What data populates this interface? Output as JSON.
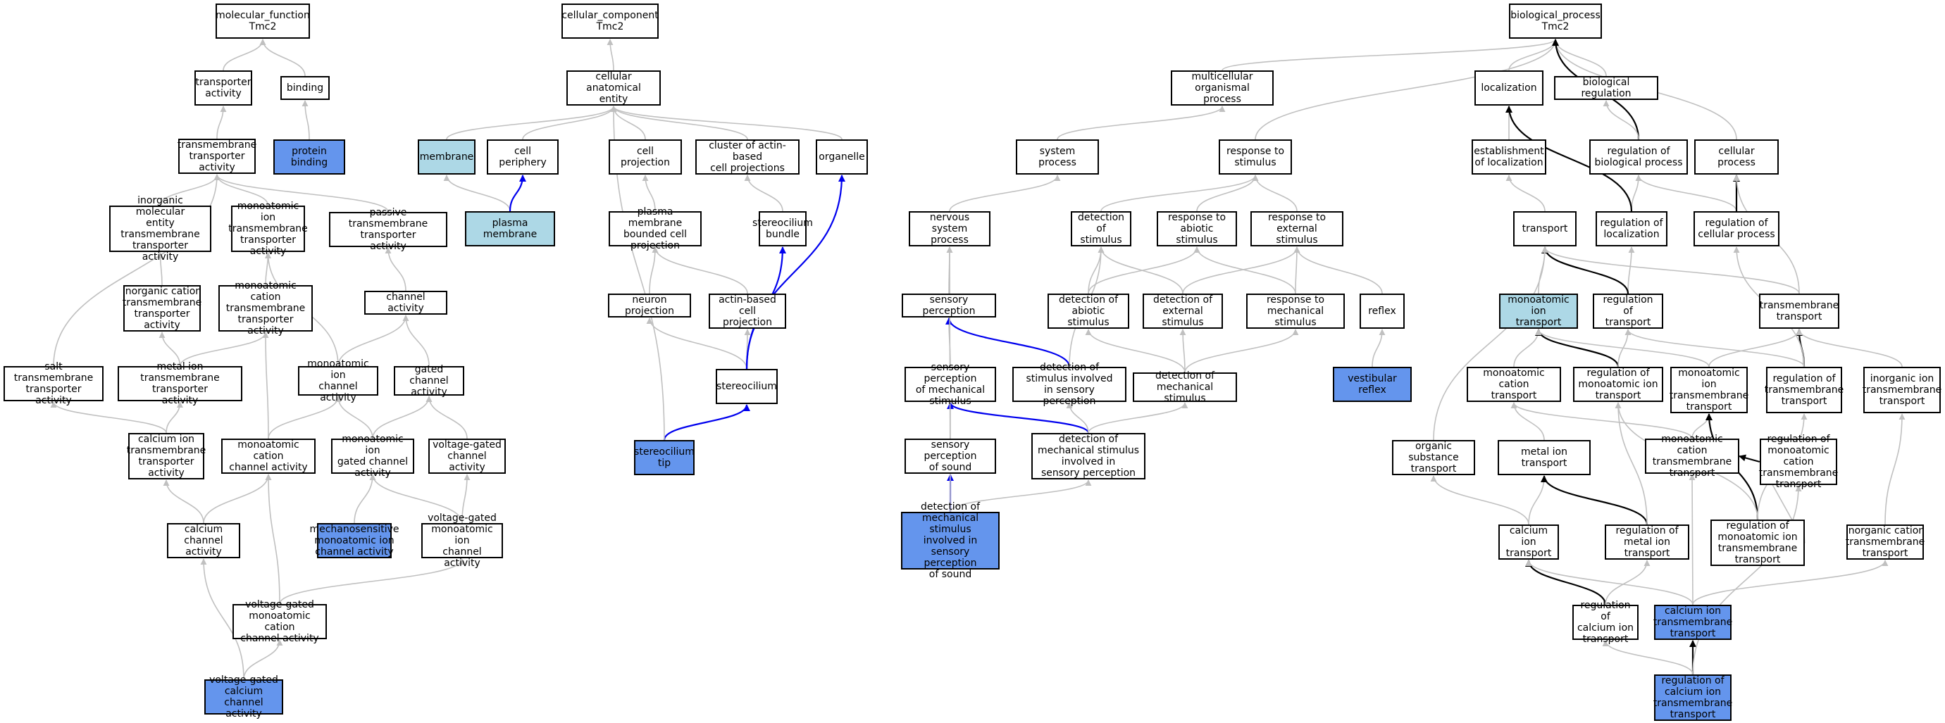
{
  "colors": {
    "focus": "#6495ed",
    "light": "#add8e6",
    "edge_grey": "#c0c0c0",
    "edge_blue": "#0000ee",
    "edge_black": "#000000"
  },
  "nodes": [
    {
      "id": "mf",
      "label": "molecular_function\nTmc2",
      "style": "plain"
    },
    {
      "id": "ta",
      "label": "transporter\nactivity",
      "style": "plain"
    },
    {
      "id": "bind",
      "label": "binding",
      "style": "plain"
    },
    {
      "id": "pb",
      "label": "protein binding",
      "style": "focus"
    },
    {
      "id": "tta",
      "label": "transmembrane\ntransporter\nactivity",
      "style": "plain"
    },
    {
      "id": "imetta",
      "label": "inorganic molecular\nentity transmembrane\ntransporter\nactivity",
      "style": "plain"
    },
    {
      "id": "mitta",
      "label": "monoatomic ion\ntransmembrane\ntransporter\nactivity",
      "style": "plain"
    },
    {
      "id": "ptta",
      "label": "passive transmembrane\ntransporter\nactivity",
      "style": "plain"
    },
    {
      "id": "icta",
      "label": "inorganic cation\ntransmembrane\ntransporter\nactivity",
      "style": "plain"
    },
    {
      "id": "mcta",
      "label": "monoatomic cation\ntransmembrane\ntransporter\nactivity",
      "style": "plain"
    },
    {
      "id": "chan",
      "label": "channel activity",
      "style": "plain"
    },
    {
      "id": "stta",
      "label": "salt transmembrane\ntransporter\nactivity",
      "style": "plain"
    },
    {
      "id": "mita",
      "label": "metal ion transmembrane\ntransporter\nactivity",
      "style": "plain"
    },
    {
      "id": "mica",
      "label": "monoatomic ion\nchannel activity",
      "style": "plain"
    },
    {
      "id": "gca",
      "label": "gated channel\nactivity",
      "style": "plain"
    },
    {
      "id": "cita",
      "label": "calcium ion\ntransmembrane\ntransporter\nactivity",
      "style": "plain"
    },
    {
      "id": "mcca",
      "label": "monoatomic cation\nchannel activity",
      "style": "plain"
    },
    {
      "id": "migca",
      "label": "monoatomic ion\ngated channel\nactivity",
      "style": "plain"
    },
    {
      "id": "vgca",
      "label": "voltage-gated\nchannel activity",
      "style": "plain"
    },
    {
      "id": "cca",
      "label": "calcium channel\nactivity",
      "style": "plain"
    },
    {
      "id": "mmica",
      "label": "mechanosensitive\nmonoatomic ion\nchannel activity",
      "style": "focus"
    },
    {
      "id": "vgmica",
      "label": "voltage-gated\nmonoatomic ion\nchannel activity",
      "style": "plain"
    },
    {
      "id": "vgmcca",
      "label": "voltage-gated\nmonoatomic cation\nchannel activity",
      "style": "plain"
    },
    {
      "id": "vgcca",
      "label": "voltage-gated\ncalcium channel\nactivity",
      "style": "focus"
    },
    {
      "id": "cc",
      "label": "cellular_component\nTmc2",
      "style": "plain"
    },
    {
      "id": "cae",
      "label": "cellular anatomical\nentity",
      "style": "plain"
    },
    {
      "id": "mem",
      "label": "membrane",
      "style": "light"
    },
    {
      "id": "cp",
      "label": "cell periphery",
      "style": "plain"
    },
    {
      "id": "cproj",
      "label": "cell projection",
      "style": "plain"
    },
    {
      "id": "cabcp",
      "label": "cluster of actin-based\ncell projections",
      "style": "plain"
    },
    {
      "id": "org",
      "label": "organelle",
      "style": "plain"
    },
    {
      "id": "pm",
      "label": "plasma membrane",
      "style": "light"
    },
    {
      "id": "pmbcp",
      "label": "plasma membrane\nbounded cell\nprojection",
      "style": "plain"
    },
    {
      "id": "sb",
      "label": "stereocilium\nbundle",
      "style": "plain"
    },
    {
      "id": "np",
      "label": "neuron projection",
      "style": "plain"
    },
    {
      "id": "abcp",
      "label": "actin-based\ncell projection",
      "style": "plain"
    },
    {
      "id": "stc",
      "label": "stereocilium",
      "style": "plain"
    },
    {
      "id": "stt",
      "label": "stereocilium\ntip",
      "style": "focus"
    },
    {
      "id": "bp",
      "label": "biological_process\nTmc2",
      "style": "plain"
    },
    {
      "id": "mop",
      "label": "multicellular\norganismal process",
      "style": "plain"
    },
    {
      "id": "loc",
      "label": "localization",
      "style": "plain"
    },
    {
      "id": "breg",
      "label": "biological regulation",
      "style": "plain"
    },
    {
      "id": "sp",
      "label": "system process",
      "style": "plain"
    },
    {
      "id": "rts",
      "label": "response to\nstimulus",
      "style": "plain"
    },
    {
      "id": "eol",
      "label": "establishment\nof localization",
      "style": "plain"
    },
    {
      "id": "rbp",
      "label": "regulation of\nbiological process",
      "style": "plain"
    },
    {
      "id": "cellp",
      "label": "cellular process",
      "style": "plain"
    },
    {
      "id": "nsp",
      "label": "nervous system\nprocess",
      "style": "plain"
    },
    {
      "id": "dos",
      "label": "detection of\nstimulus",
      "style": "plain"
    },
    {
      "id": "ras",
      "label": "response to\nabiotic stimulus",
      "style": "plain"
    },
    {
      "id": "res",
      "label": "response to\nexternal stimulus",
      "style": "plain"
    },
    {
      "id": "trn",
      "label": "transport",
      "style": "plain"
    },
    {
      "id": "rloc",
      "label": "regulation of\nlocalization",
      "style": "plain"
    },
    {
      "id": "rcp",
      "label": "regulation of\ncellular process",
      "style": "plain"
    },
    {
      "id": "senp",
      "label": "sensory perception",
      "style": "plain"
    },
    {
      "id": "doas",
      "label": "detection of\nabiotic stimulus",
      "style": "plain"
    },
    {
      "id": "does",
      "label": "detection of\nexternal stimulus",
      "style": "plain"
    },
    {
      "id": "rms",
      "label": "response to\nmechanical stimulus",
      "style": "plain"
    },
    {
      "id": "refl",
      "label": "reflex",
      "style": "plain"
    },
    {
      "id": "mit",
      "label": "monoatomic ion\ntransport",
      "style": "light"
    },
    {
      "id": "rtr",
      "label": "regulation of\ntransport",
      "style": "plain"
    },
    {
      "id": "tmt",
      "label": "transmembrane\ntransport",
      "style": "plain"
    },
    {
      "id": "spms",
      "label": "sensory perception\nof mechanical\nstimulus",
      "style": "plain"
    },
    {
      "id": "dsisp",
      "label": "detection of\nstimulus involved\nin sensory perception",
      "style": "plain"
    },
    {
      "id": "doms",
      "label": "detection of\nmechanical stimulus",
      "style": "plain"
    },
    {
      "id": "vr",
      "label": "vestibular reflex",
      "style": "focus"
    },
    {
      "id": "mct",
      "label": "monoatomic cation\ntransport",
      "style": "plain"
    },
    {
      "id": "rmit",
      "label": "regulation of\nmonoatomic ion\ntransport",
      "style": "plain"
    },
    {
      "id": "mitt",
      "label": "monoatomic ion\ntransmembrane\ntransport",
      "style": "plain"
    },
    {
      "id": "rtmt",
      "label": "regulation of\ntransmembrane\ntransport",
      "style": "plain"
    },
    {
      "id": "iitt",
      "label": "inorganic ion\ntransmembrane\ntransport",
      "style": "plain"
    },
    {
      "id": "sps",
      "label": "sensory perception\nof sound",
      "style": "plain"
    },
    {
      "id": "dmsisp",
      "label": "detection of\nmechanical stimulus\ninvolved in\nsensory perception",
      "style": "plain"
    },
    {
      "id": "ost",
      "label": "organic substance\ntransport",
      "style": "plain"
    },
    {
      "id": "meit",
      "label": "metal ion transport",
      "style": "plain"
    },
    {
      "id": "mctt",
      "label": "monoatomic cation\ntransmembrane\ntransport",
      "style": "plain"
    },
    {
      "id": "rmitt",
      "label": "regulation of\nmonoatomic ion\ntransmembrane\ntransport",
      "style": "plain"
    },
    {
      "id": "dmsispos",
      "label": "detection of\nmechanical stimulus\ninvolved in\nsensory perception\nof sound",
      "style": "focus"
    },
    {
      "id": "cit",
      "label": "calcium ion\ntransport",
      "style": "plain"
    },
    {
      "id": "rmeit",
      "label": "regulation of\nmetal ion transport",
      "style": "plain"
    },
    {
      "id": "rmctt",
      "label": "regulation of\nmonoatomic cation\ntransmembrane\ntransport",
      "style": "plain"
    },
    {
      "id": "ictt",
      "label": "inorganic cation\ntransmembrane\ntransport",
      "style": "plain"
    },
    {
      "id": "rcit",
      "label": "regulation of\ncalcium ion\ntransport",
      "style": "plain"
    },
    {
      "id": "citt",
      "label": "calcium ion\ntransmembrane\ntransport",
      "style": "focus"
    },
    {
      "id": "rcitt",
      "label": "regulation of\ncalcium ion\ntransmembrane\ntransport",
      "style": "focus"
    }
  ],
  "edges": [
    [
      "ta",
      "mf",
      "grey"
    ],
    [
      "bind",
      "mf",
      "grey"
    ],
    [
      "pb",
      "bind",
      "grey"
    ],
    [
      "tta",
      "ta",
      "grey"
    ],
    [
      "imetta",
      "tta",
      "grey"
    ],
    [
      "mitta",
      "tta",
      "grey"
    ],
    [
      "ptta",
      "tta",
      "grey"
    ],
    [
      "stta",
      "tta",
      "grey"
    ],
    [
      "icta",
      "imetta",
      "grey"
    ],
    [
      "mcta",
      "mitta",
      "grey"
    ],
    [
      "mica",
      "mitta",
      "grey"
    ],
    [
      "chan",
      "ptta",
      "grey"
    ],
    [
      "mita",
      "icta",
      "grey"
    ],
    [
      "mita",
      "mcta",
      "grey"
    ],
    [
      "mica",
      "chan",
      "grey"
    ],
    [
      "gca",
      "chan",
      "grey"
    ],
    [
      "cita",
      "stta",
      "grey"
    ],
    [
      "cita",
      "mita",
      "grey"
    ],
    [
      "mcca",
      "mcta",
      "grey"
    ],
    [
      "mcca",
      "mica",
      "grey"
    ],
    [
      "migca",
      "mica",
      "grey"
    ],
    [
      "migca",
      "gca",
      "grey"
    ],
    [
      "vgca",
      "gca",
      "grey"
    ],
    [
      "cca",
      "cita",
      "grey"
    ],
    [
      "cca",
      "mcca",
      "grey"
    ],
    [
      "mmica",
      "migca",
      "grey"
    ],
    [
      "vgmica",
      "migca",
      "grey"
    ],
    [
      "vgmica",
      "vgca",
      "grey"
    ],
    [
      "vgmcca",
      "mcca",
      "grey"
    ],
    [
      "vgmcca",
      "vgmica",
      "grey"
    ],
    [
      "vgcca",
      "cca",
      "grey"
    ],
    [
      "vgcca",
      "vgmcca",
      "grey"
    ],
    [
      "cae",
      "cc",
      "grey"
    ],
    [
      "mem",
      "cae",
      "grey"
    ],
    [
      "cp",
      "cae",
      "grey"
    ],
    [
      "cproj",
      "cae",
      "grey"
    ],
    [
      "cabcp",
      "cae",
      "grey"
    ],
    [
      "org",
      "cae",
      "grey"
    ],
    [
      "pm",
      "mem",
      "grey"
    ],
    [
      "pm",
      "cp",
      "blue"
    ],
    [
      "pmbcp",
      "cproj",
      "grey"
    ],
    [
      "sb",
      "cabcp",
      "grey"
    ],
    [
      "np",
      "pmbcp",
      "grey"
    ],
    [
      "abcp",
      "pmbcp",
      "grey"
    ],
    [
      "stc",
      "np",
      "grey"
    ],
    [
      "stc",
      "abcp",
      "grey"
    ],
    [
      "stc",
      "sb",
      "blue"
    ],
    [
      "stc",
      "org",
      "blue"
    ],
    [
      "stt",
      "stc",
      "blue"
    ],
    [
      "stt",
      "cae",
      "grey"
    ],
    [
      "mop",
      "bp",
      "grey"
    ],
    [
      "loc",
      "bp",
      "grey"
    ],
    [
      "breg",
      "bp",
      "grey"
    ],
    [
      "rts",
      "bp",
      "grey"
    ],
    [
      "cellp",
      "bp",
      "grey"
    ],
    [
      "rbp",
      "bp",
      "black"
    ],
    [
      "sp",
      "mop",
      "grey"
    ],
    [
      "eol",
      "loc",
      "grey"
    ],
    [
      "rbp",
      "breg",
      "grey"
    ],
    [
      "nsp",
      "sp",
      "grey"
    ],
    [
      "dos",
      "rts",
      "grey"
    ],
    [
      "ras",
      "rts",
      "grey"
    ],
    [
      "res",
      "rts",
      "grey"
    ],
    [
      "trn",
      "eol",
      "grey"
    ],
    [
      "rloc",
      "rbp",
      "grey"
    ],
    [
      "rloc",
      "loc",
      "black"
    ],
    [
      "rcp",
      "rbp",
      "grey"
    ],
    [
      "rcp",
      "cellp",
      "black"
    ],
    [
      "senp",
      "nsp",
      "grey"
    ],
    [
      "doas",
      "dos",
      "grey"
    ],
    [
      "doas",
      "ras",
      "grey"
    ],
    [
      "does",
      "dos",
      "grey"
    ],
    [
      "does",
      "res",
      "grey"
    ],
    [
      "rms",
      "ras",
      "grey"
    ],
    [
      "rms",
      "res",
      "grey"
    ],
    [
      "refl",
      "res",
      "grey"
    ],
    [
      "mit",
      "trn",
      "grey"
    ],
    [
      "rtr",
      "rloc",
      "grey"
    ],
    [
      "rtr",
      "trn",
      "black"
    ],
    [
      "tmt",
      "trn",
      "grey"
    ],
    [
      "tmt",
      "cellp",
      "grey"
    ],
    [
      "spms",
      "senp",
      "grey"
    ],
    [
      "dsisp",
      "senp",
      "blue"
    ],
    [
      "dsisp",
      "dos",
      "grey"
    ],
    [
      "doms",
      "doas",
      "grey"
    ],
    [
      "doms",
      "does",
      "grey"
    ],
    [
      "doms",
      "rms",
      "grey"
    ],
    [
      "vr",
      "refl",
      "grey"
    ],
    [
      "mct",
      "mit",
      "grey"
    ],
    [
      "rmit",
      "mit",
      "black"
    ],
    [
      "rmit",
      "rtr",
      "grey"
    ],
    [
      "mitt",
      "mit",
      "grey"
    ],
    [
      "mitt",
      "tmt",
      "grey"
    ],
    [
      "rtmt",
      "tmt",
      "black"
    ],
    [
      "rtmt",
      "rtr",
      "grey"
    ],
    [
      "rtmt",
      "rcp",
      "grey"
    ],
    [
      "iitt",
      "tmt",
      "grey"
    ],
    [
      "sps",
      "spms",
      "grey"
    ],
    [
      "dmsisp",
      "spms",
      "blue"
    ],
    [
      "dmsisp",
      "dsisp",
      "grey"
    ],
    [
      "dmsisp",
      "doms",
      "grey"
    ],
    [
      "ost",
      "trn",
      "grey"
    ],
    [
      "meit",
      "mct",
      "grey"
    ],
    [
      "mctt",
      "mct",
      "grey"
    ],
    [
      "mctt",
      "mitt",
      "grey"
    ],
    [
      "rmitt",
      "mitt",
      "black"
    ],
    [
      "rmitt",
      "rmit",
      "grey"
    ],
    [
      "rmitt",
      "rtmt",
      "grey"
    ],
    [
      "dmsispos",
      "sps",
      "blue"
    ],
    [
      "dmsispos",
      "dmsisp",
      "grey"
    ],
    [
      "dmsispos",
      "nsp",
      "grey"
    ],
    [
      "cit",
      "ost",
      "grey"
    ],
    [
      "cit",
      "meit",
      "grey"
    ],
    [
      "rmeit",
      "meit",
      "black"
    ],
    [
      "rmeit",
      "rmit",
      "grey"
    ],
    [
      "rmctt",
      "mctt",
      "black"
    ],
    [
      "rmctt",
      "rmitt",
      "grey"
    ],
    [
      "ictt",
      "iitt",
      "grey"
    ],
    [
      "rcit",
      "cit",
      "black"
    ],
    [
      "rcit",
      "rmeit",
      "grey"
    ],
    [
      "citt",
      "cit",
      "grey"
    ],
    [
      "citt",
      "mctt",
      "grey"
    ],
    [
      "citt",
      "ictt",
      "grey"
    ],
    [
      "rcitt",
      "citt",
      "black"
    ],
    [
      "rcitt",
      "rcit",
      "grey"
    ],
    [
      "rcitt",
      "rmctt",
      "grey"
    ]
  ]
}
